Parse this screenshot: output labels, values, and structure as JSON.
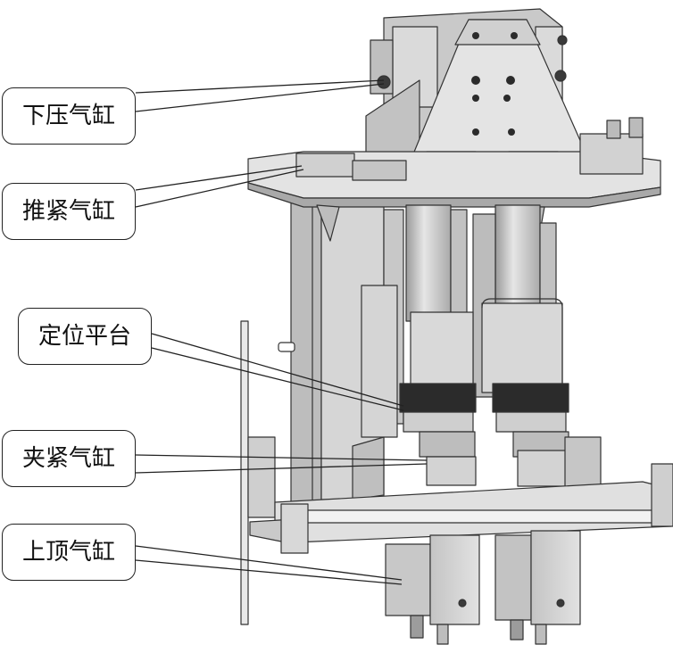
{
  "labels": [
    {
      "id": "down-press-cylinder",
      "text": "下压气缸"
    },
    {
      "id": "push-tight-cylinder",
      "text": "推紧气缸"
    },
    {
      "id": "positioning-platform",
      "text": "定位平台"
    },
    {
      "id": "clamp-cylinder",
      "text": "夹紧气缸"
    },
    {
      "id": "lift-cylinder",
      "text": "上顶气缸"
    }
  ],
  "colors": {
    "metal_light": "#d9d9d9",
    "metal_mid": "#b8b8b8",
    "metal_dark": "#8a8a8a",
    "metal_black": "#2b2b2b",
    "outline": "#333333"
  }
}
